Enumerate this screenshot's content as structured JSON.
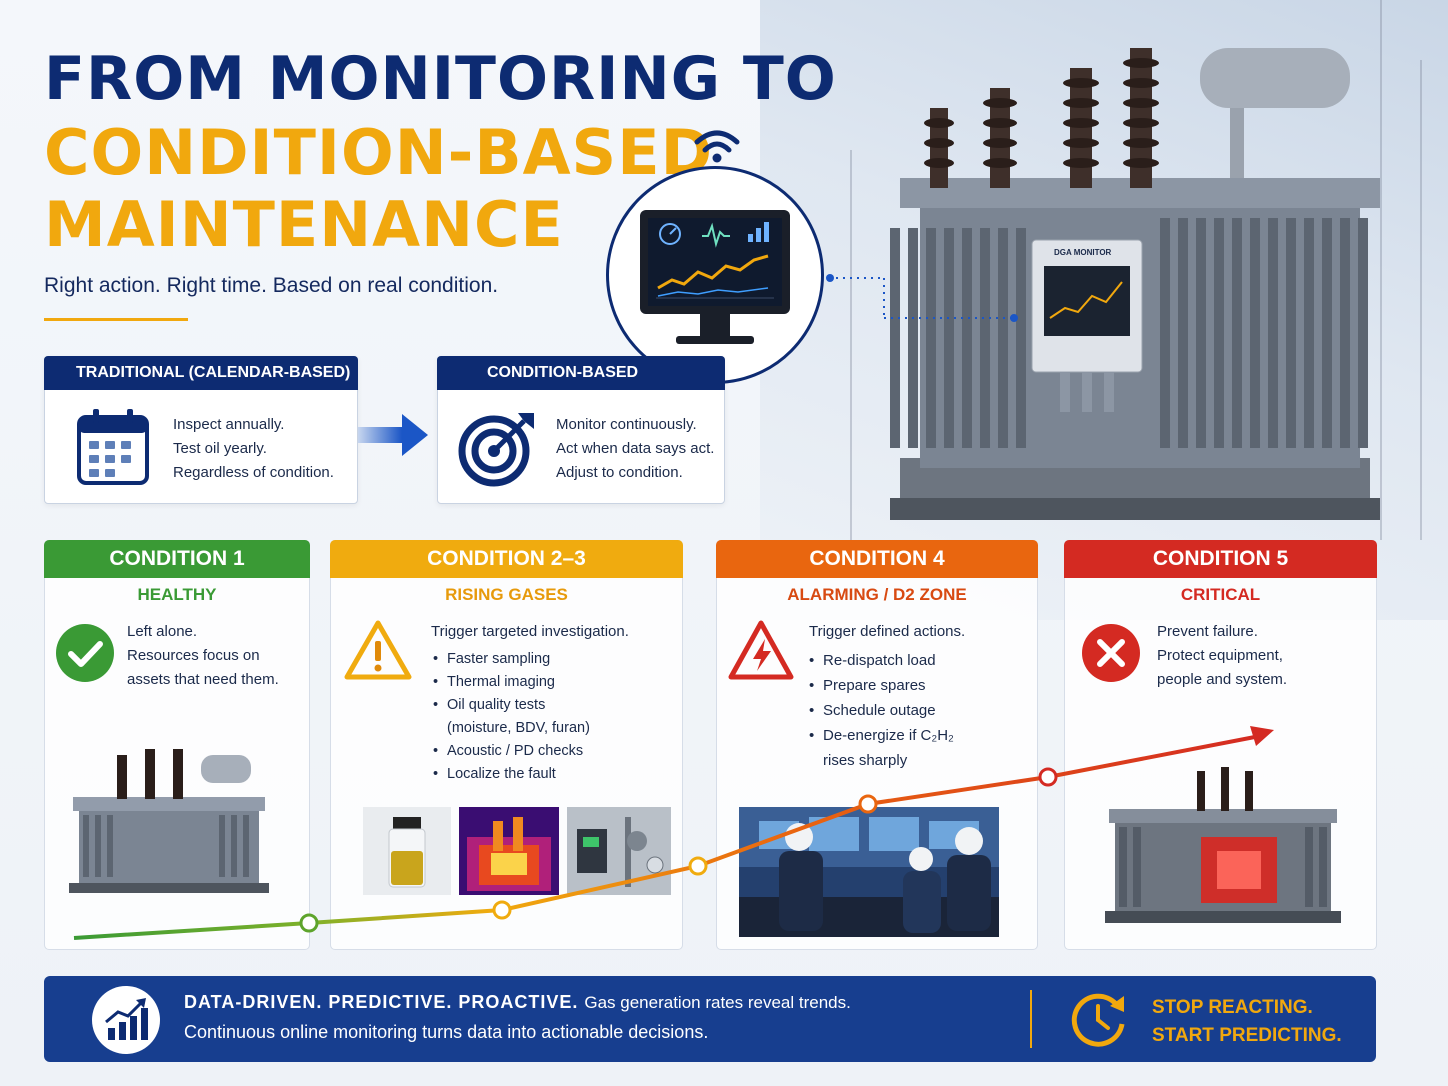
{
  "title": {
    "line1": "FROM MONITORING TO",
    "line2": "CONDITION-BASED",
    "line3": "MAINTENANCE",
    "subtitle": "Right action. Right time. Based on real condition."
  },
  "colors": {
    "navy": "#0d2b72",
    "gold": "#f1a80e",
    "green": "#3a9a35",
    "amber": "#f0ab0f",
    "orange": "#e9660f",
    "red": "#d42a22"
  },
  "comparison": {
    "traditional": {
      "heading": "TRADITIONAL (CALENDAR-BASED)",
      "icon": "calendar-icon",
      "lines": [
        "Inspect annually.",
        "Test oil yearly.",
        "Regardless of condition."
      ]
    },
    "condition_based": {
      "heading": "CONDITION-BASED",
      "icon": "target-icon",
      "lines": [
        "Monitor continuously.",
        "Act when data says act.",
        "Adjust to condition."
      ]
    }
  },
  "monitor": {
    "icon": "wifi-icon",
    "device_label": "DGA MONITOR"
  },
  "conditions": [
    {
      "heading": "CONDITION 1",
      "status": "HEALTHY",
      "icon": "check-icon",
      "lines": [
        "Left alone.",
        "Resources focus on",
        "assets that need them."
      ]
    },
    {
      "heading": "CONDITION 2–3",
      "status": "RISING GASES",
      "icon": "warning-icon",
      "intro": "Trigger targeted investigation.",
      "bullets": [
        "Faster sampling",
        "Thermal imaging",
        "Oil quality tests",
        "Acoustic / PD checks",
        "Localize the fault"
      ],
      "bullet_note": "(moisture, BDV, furan)"
    },
    {
      "heading": "CONDITION 4",
      "status": "ALARMING / D2 ZONE",
      "icon": "electrical-hazard-icon",
      "intro": "Trigger defined actions.",
      "bullets": [
        "Re-dispatch load",
        "Prepare spares",
        "Schedule outage",
        "De-energize if C₂H₂"
      ],
      "bullet_note": "rises sharply"
    },
    {
      "heading": "CONDITION 5",
      "status": "CRITICAL",
      "icon": "x-icon",
      "lines": [
        "Prevent failure.",
        "Protect equipment,",
        "people and system."
      ]
    }
  ],
  "banner": {
    "icon": "growth-chart-icon",
    "headline": "DATA-DRIVEN.  PREDICTIVE.  PROACTIVE.",
    "headline_rest": "Gas generation rates reveal trends.",
    "line": "Continuous online monitoring turns data into actionable decisions.",
    "cta_icon": "clock-arrow-icon",
    "cta_line1": "STOP REACTING.",
    "cta_line2": "START PREDICTING."
  }
}
